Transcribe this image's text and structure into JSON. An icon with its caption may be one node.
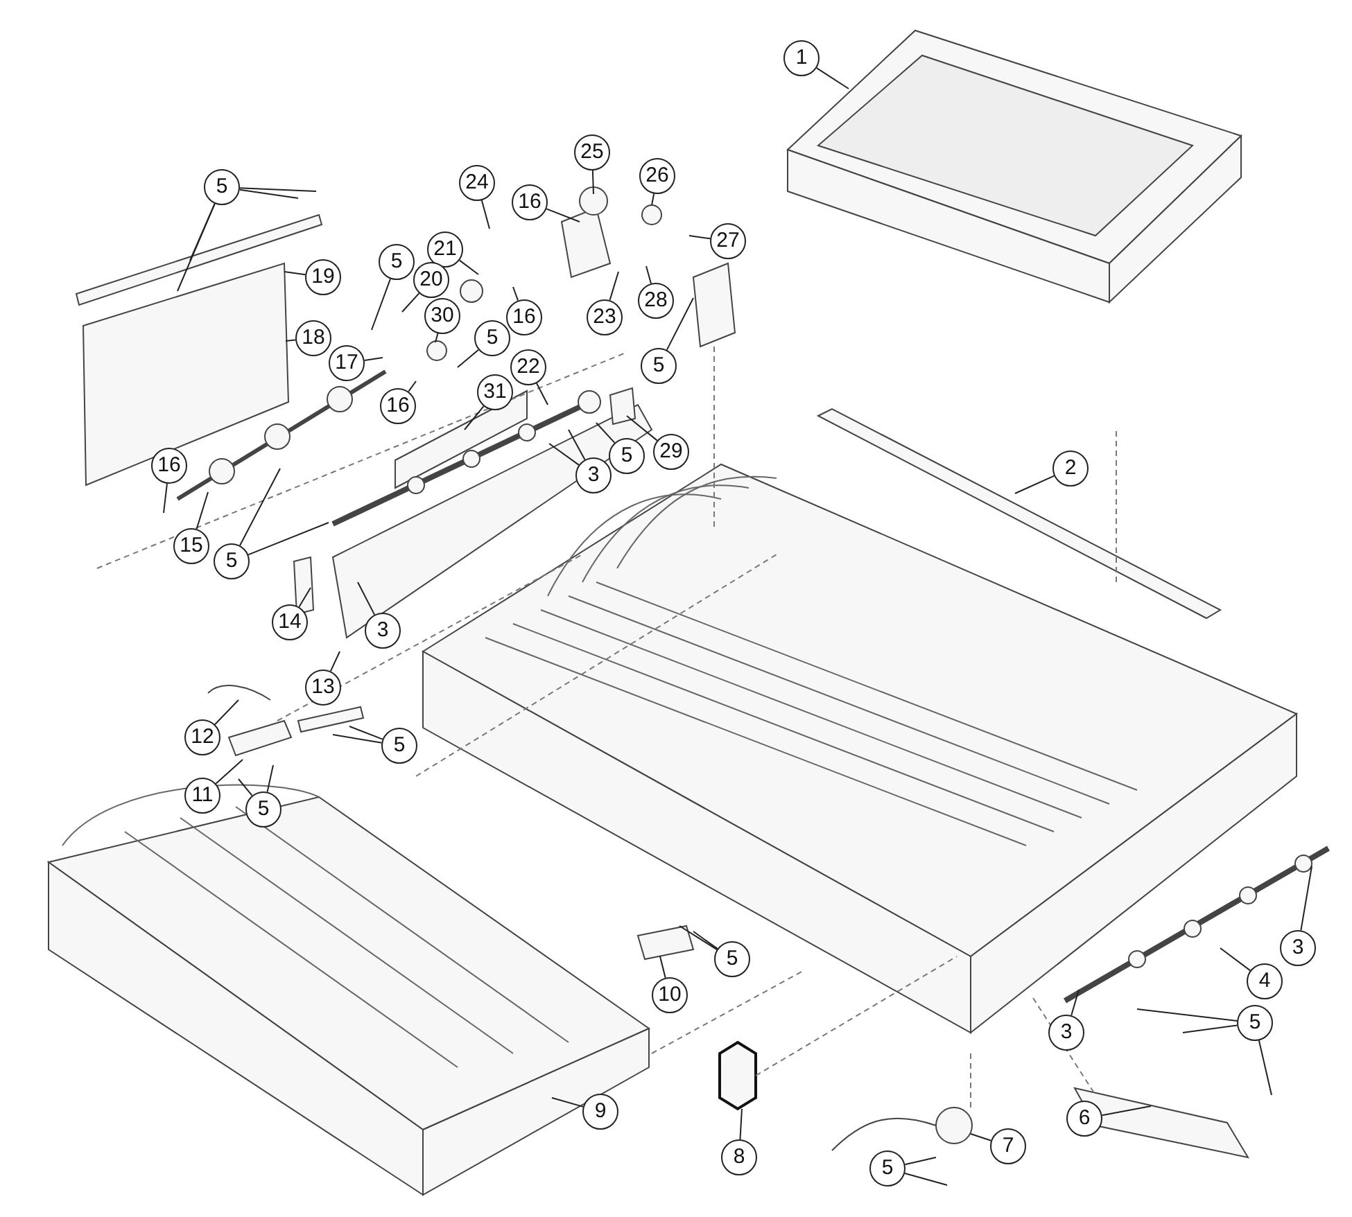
{
  "diagram": {
    "nodes": [
      {
        "text": [
          "1"
        ]
      },
      {
        "text": [
          "5"
        ]
      },
      {
        "text": [
          "25"
        ]
      },
      {
        "text": [
          "26"
        ]
      },
      {
        "text": [
          "24"
        ]
      },
      {
        "text": [
          "16"
        ]
      },
      {
        "text": [
          "27"
        ]
      },
      {
        "text": [
          "21"
        ]
      },
      {
        "text": [
          "5"
        ]
      },
      {
        "text": [
          "19"
        ]
      },
      {
        "text": [
          "20"
        ]
      },
      {
        "text": [
          "28"
        ]
      },
      {
        "text": [
          "16"
        ]
      },
      {
        "text": [
          "23"
        ]
      },
      {
        "text": [
          "30"
        ]
      },
      {
        "text": [
          "18"
        ]
      },
      {
        "text": [
          "5"
        ]
      },
      {
        "text": [
          "17"
        ]
      },
      {
        "text": [
          "5"
        ]
      },
      {
        "text": [
          "22"
        ]
      },
      {
        "text": [
          "31"
        ]
      },
      {
        "text": [
          "16"
        ]
      },
      {
        "text": [
          "29"
        ]
      },
      {
        "text": [
          "5"
        ]
      },
      {
        "text": [
          "16"
        ]
      },
      {
        "text": [
          "2"
        ]
      },
      {
        "text": [
          "3"
        ]
      },
      {
        "text": [
          "15"
        ]
      },
      {
        "text": [
          "5"
        ]
      },
      {
        "text": [
          "14"
        ]
      },
      {
        "text": [
          "3"
        ]
      },
      {
        "text": [
          "13"
        ]
      },
      {
        "text": [
          "5"
        ]
      },
      {
        "text": [
          "12"
        ]
      },
      {
        "text": [
          "11"
        ]
      },
      {
        "text": [
          "5"
        ]
      },
      {
        "text": [
          "3"
        ]
      },
      {
        "text": [
          "5"
        ]
      },
      {
        "text": [
          "4"
        ]
      },
      {
        "text": [
          "10"
        ]
      },
      {
        "text": [
          "5"
        ]
      },
      {
        "text": [
          "3"
        ]
      },
      {
        "text": [
          "8"
        ]
      },
      {
        "text": [
          "9"
        ]
      },
      {
        "text": [
          "6"
        ]
      },
      {
        "text": [
          "7"
        ]
      },
      {
        "text": [
          "5"
        ]
      }
    ],
    "edges": [
      {
        "from": 0,
        "to": null,
        "arrow": "none"
      },
      {
        "from": 1,
        "to": null,
        "arrow": "none"
      },
      {
        "from": 1,
        "to": null,
        "arrow": "none"
      },
      {
        "from": 1,
        "to": null,
        "arrow": "none"
      },
      {
        "from": 1,
        "to": null,
        "arrow": "none"
      },
      {
        "from": 2,
        "to": null,
        "arrow": "none"
      },
      {
        "from": 3,
        "to": null,
        "arrow": "none"
      },
      {
        "from": 4,
        "to": null,
        "arrow": "none"
      },
      {
        "from": 5,
        "to": null,
        "arrow": "none"
      },
      {
        "from": 6,
        "to": null,
        "arrow": "none"
      },
      {
        "from": 7,
        "to": null,
        "arrow": "none"
      },
      {
        "from": 8,
        "to": null,
        "arrow": "none"
      },
      {
        "from": 9,
        "to": null,
        "arrow": "none"
      },
      {
        "from": 10,
        "to": null,
        "arrow": "none"
      },
      {
        "from": 11,
        "to": null,
        "arrow": "none"
      },
      {
        "from": 12,
        "to": null,
        "arrow": "none"
      },
      {
        "from": 13,
        "to": null,
        "arrow": "none"
      },
      {
        "from": 14,
        "to": null,
        "arrow": "none"
      },
      {
        "from": 15,
        "to": null,
        "arrow": "none"
      },
      {
        "from": 16,
        "to": null,
        "arrow": "none"
      },
      {
        "from": 17,
        "to": null,
        "arrow": "none"
      },
      {
        "from": 18,
        "to": null,
        "arrow": "none"
      },
      {
        "from": 19,
        "to": null,
        "arrow": "none"
      },
      {
        "from": 20,
        "to": null,
        "arrow": "none"
      },
      {
        "from": 21,
        "to": null,
        "arrow": "none"
      },
      {
        "from": 22,
        "to": null,
        "arrow": "none"
      },
      {
        "from": 23,
        "to": null,
        "arrow": "none"
      },
      {
        "from": 24,
        "to": null,
        "arrow": "none"
      },
      {
        "from": 25,
        "to": null,
        "arrow": "none"
      },
      {
        "from": 26,
        "to": null,
        "arrow": "none"
      },
      {
        "from": 26,
        "to": null,
        "arrow": "none"
      },
      {
        "from": 27,
        "to": null,
        "arrow": "none"
      },
      {
        "from": 28,
        "to": null,
        "arrow": "none"
      },
      {
        "from": 28,
        "to": null,
        "arrow": "none"
      },
      {
        "from": 29,
        "to": null,
        "arrow": "none"
      },
      {
        "from": 30,
        "to": null,
        "arrow": "none"
      },
      {
        "from": 31,
        "to": null,
        "arrow": "none"
      },
      {
        "from": 32,
        "to": null,
        "arrow": "none"
      },
      {
        "from": 32,
        "to": null,
        "arrow": "none"
      },
      {
        "from": 33,
        "to": null,
        "arrow": "none"
      },
      {
        "from": 34,
        "to": null,
        "arrow": "none"
      },
      {
        "from": 35,
        "to": null,
        "arrow": "none"
      },
      {
        "from": 35,
        "to": null,
        "arrow": "none"
      },
      {
        "from": 36,
        "to": null,
        "arrow": "none"
      },
      {
        "from": 37,
        "to": null,
        "arrow": "none"
      },
      {
        "from": 37,
        "to": null,
        "arrow": "none"
      },
      {
        "from": 38,
        "to": null,
        "arrow": "none"
      },
      {
        "from": 39,
        "to": null,
        "arrow": "none"
      },
      {
        "from": 40,
        "to": null,
        "arrow": "none"
      },
      {
        "from": 40,
        "to": null,
        "arrow": "none"
      },
      {
        "from": 40,
        "to": null,
        "arrow": "none"
      },
      {
        "from": 41,
        "to": null,
        "arrow": "none"
      },
      {
        "from": 42,
        "to": null,
        "arrow": "none"
      },
      {
        "from": 43,
        "to": null,
        "arrow": "none"
      },
      {
        "from": 44,
        "to": null,
        "arrow": "none"
      },
      {
        "from": 45,
        "to": null,
        "arrow": "none"
      },
      {
        "from": 46,
        "to": null,
        "arrow": "none"
      },
      {
        "from": 46,
        "to": null,
        "arrow": "none"
      }
    ]
  }
}
